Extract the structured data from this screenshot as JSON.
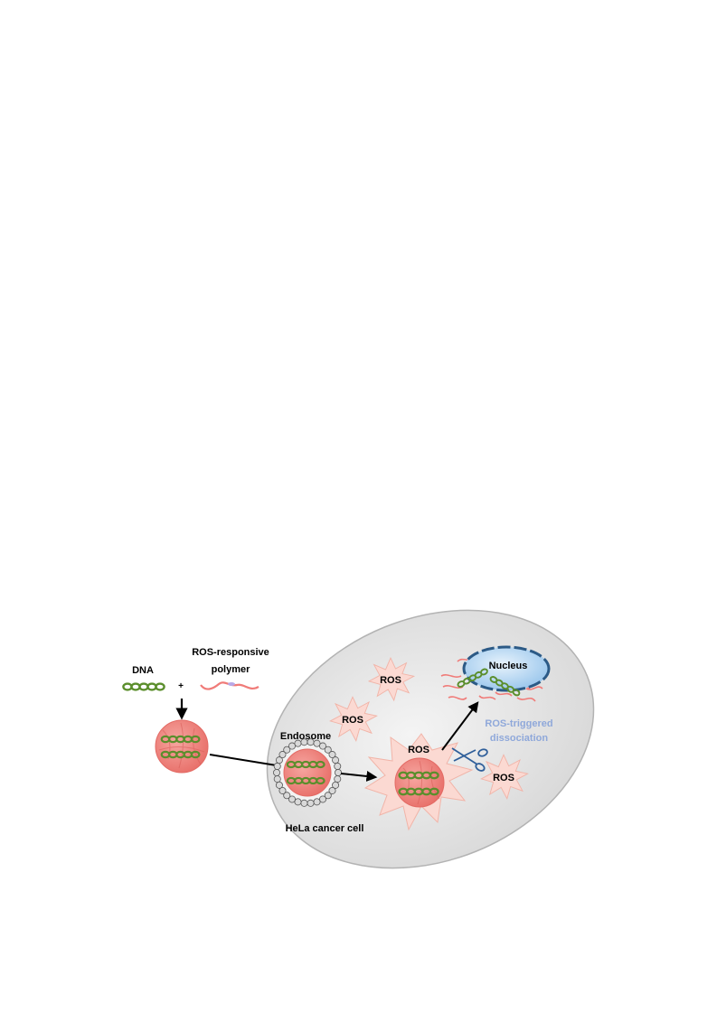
{
  "labels": {
    "dna": "DNA",
    "plus": "+",
    "polymer_line1": "ROS-responsive",
    "polymer_line2": "polymer",
    "endosome": "Endosome",
    "cell": "HeLa cancer cell",
    "nucleus": "Nucleus",
    "ros": "ROS",
    "dissociation_line1": "ROS-triggered",
    "dissociation_line2": "dissociation"
  },
  "colors": {
    "cell_fill": "#e6e6e6",
    "cell_stroke": "#aeaeae",
    "nanoparticle": "#f08a84",
    "dna": "#5b8e2c",
    "polymer": "#f07b78",
    "ros_burst": "#fbd9d2",
    "nucleus": "#9cc8ee",
    "nucleus_stroke": "#2c5a86",
    "dissociation_text": "#8fa8da",
    "scissors": "#2f5f9a"
  },
  "icons": [
    "scissors-icon",
    "arrow-icon",
    "dna-helix-icon",
    "polymer-chain-icon"
  ]
}
